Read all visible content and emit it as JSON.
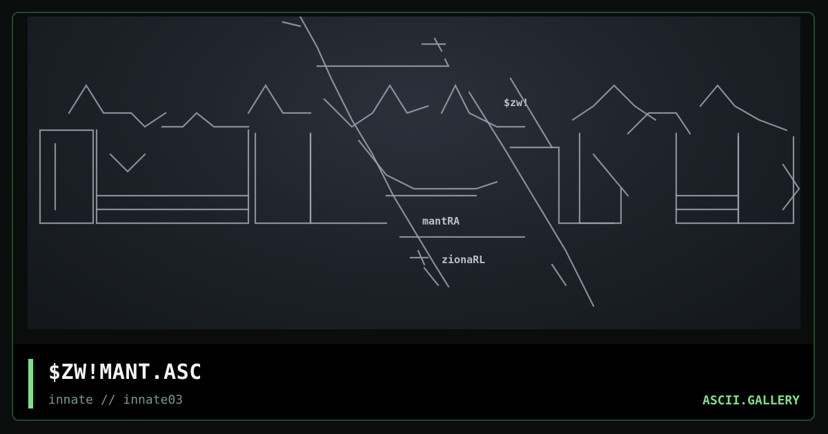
{
  "artwork": {
    "embedded_labels": [
      "$zw!",
      "mantRA",
      "zionaRL"
    ]
  },
  "card": {
    "title": "$ZW!MANT.ASC",
    "subtitle": "innate // innate03",
    "brand": "ASCII.GALLERY"
  },
  "colors": {
    "accent": "#7fe08a",
    "frame_border": "#1f4a2a",
    "background": "#0b0e0d",
    "info_bar": "#000000"
  }
}
